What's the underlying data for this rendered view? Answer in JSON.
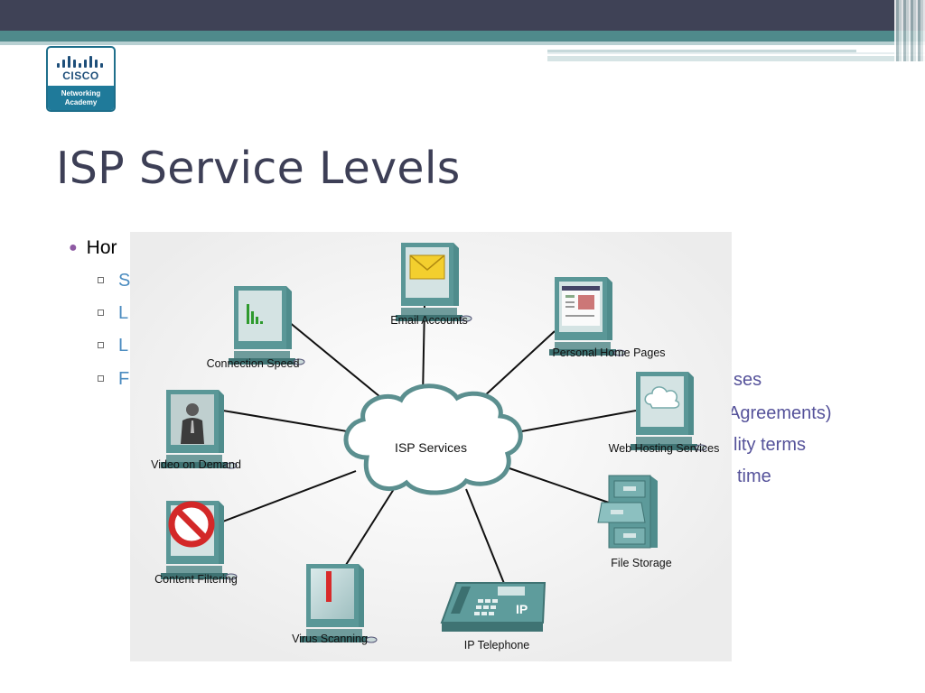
{
  "logo": {
    "wordmark": "CISCO",
    "line1": "Networking",
    "line2": "Academy"
  },
  "slide": {
    "title": "ISP Service Levels",
    "bullet_main": "Hor",
    "sub_bullets": [
      "S",
      "L",
      "L",
      "F"
    ],
    "right_fragments": [
      "ses",
      "Agreements)",
      "lity terms",
      "time"
    ]
  },
  "diagram": {
    "center": "ISP Services",
    "nodes": {
      "email": "Email Accounts",
      "personal_pages": "Personal Home Pages",
      "connection_speed": "Connection Speed",
      "video": "Video on Demand",
      "web_hosting": "Web Hosting Services",
      "content_filtering": "Content Filtering",
      "file_storage": "File Storage",
      "virus_scanning": "Virus Scanning",
      "ip_telephone": "IP Telephone",
      "phone_badge": "IP"
    }
  },
  "colors": {
    "header_dark": "#3f4256",
    "header_teal": "#4f8a8b",
    "title": "#3d3f56",
    "bullet_blue": "#4b8cc0",
    "fragment_purple": "#55529a",
    "device_teal": "#4f8c8c"
  }
}
